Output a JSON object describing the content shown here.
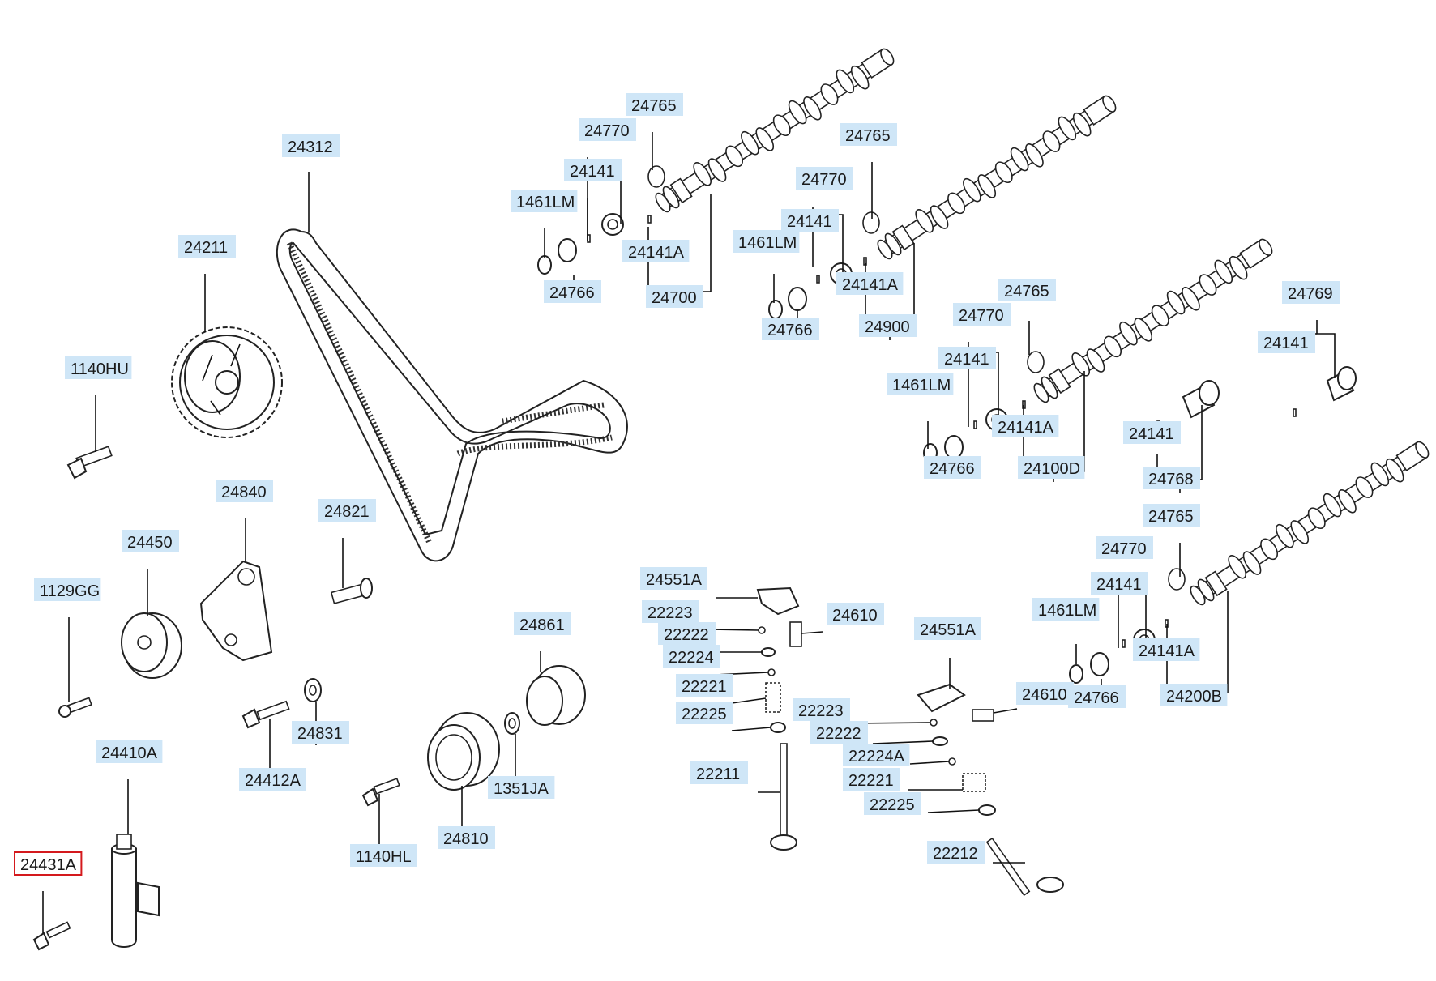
{
  "diagram": {
    "highlight_color": "#d4191d",
    "label_bg_color": "#cfe6f7",
    "labels": [
      {
        "id": "l24312",
        "text": "24312"
      },
      {
        "id": "l24211",
        "text": "24211"
      },
      {
        "id": "l1140HU",
        "text": "1140HU"
      },
      {
        "id": "l24840",
        "text": "24840"
      },
      {
        "id": "l24821",
        "text": "24821"
      },
      {
        "id": "l24450",
        "text": "24450"
      },
      {
        "id": "l1129GG",
        "text": "1129GG"
      },
      {
        "id": "l24831",
        "text": "24831"
      },
      {
        "id": "l24412A",
        "text": "24412A"
      },
      {
        "id": "l24861",
        "text": "24861"
      },
      {
        "id": "l1351JA",
        "text": "1351JA"
      },
      {
        "id": "l24810",
        "text": "24810"
      },
      {
        "id": "l1140HL",
        "text": "1140HL"
      },
      {
        "id": "l24410A",
        "text": "24410A"
      },
      {
        "id": "l24431A",
        "text": "24431A",
        "highlighted": true
      },
      {
        "id": "l24765a",
        "text": "24765"
      },
      {
        "id": "l24770a",
        "text": "24770"
      },
      {
        "id": "l24141a",
        "text": "24141"
      },
      {
        "id": "l1461LMa",
        "text": "1461LM"
      },
      {
        "id": "l24141Aa",
        "text": "24141A"
      },
      {
        "id": "l24766a",
        "text": "24766"
      },
      {
        "id": "l24700",
        "text": "24700"
      },
      {
        "id": "l24765b",
        "text": "24765"
      },
      {
        "id": "l24770b",
        "text": "24770"
      },
      {
        "id": "l24141b",
        "text": "24141"
      },
      {
        "id": "l1461LMb",
        "text": "1461LM"
      },
      {
        "id": "l24141Ab",
        "text": "24141A"
      },
      {
        "id": "l24766b",
        "text": "24766"
      },
      {
        "id": "l24900",
        "text": "24900"
      },
      {
        "id": "l24765c",
        "text": "24765"
      },
      {
        "id": "l24770c",
        "text": "24770"
      },
      {
        "id": "l24141c",
        "text": "24141"
      },
      {
        "id": "l1461LMc",
        "text": "1461LM"
      },
      {
        "id": "l24141Ac",
        "text": "24141A"
      },
      {
        "id": "l24766c",
        "text": "24766"
      },
      {
        "id": "l24100D",
        "text": "24100D"
      },
      {
        "id": "l24769",
        "text": "24769"
      },
      {
        "id": "l24141d",
        "text": "24141"
      },
      {
        "id": "l24141e",
        "text": "24141"
      },
      {
        "id": "l24768",
        "text": "24768"
      },
      {
        "id": "l24765d",
        "text": "24765"
      },
      {
        "id": "l24770d",
        "text": "24770"
      },
      {
        "id": "l24141f",
        "text": "24141"
      },
      {
        "id": "l1461LMd",
        "text": "1461LM"
      },
      {
        "id": "l24141Ad",
        "text": "24141A"
      },
      {
        "id": "l24766d",
        "text": "24766"
      },
      {
        "id": "l24200B",
        "text": "24200B"
      },
      {
        "id": "l24551Aa",
        "text": "24551A"
      },
      {
        "id": "l22223a",
        "text": "22223"
      },
      {
        "id": "l24610a",
        "text": "24610"
      },
      {
        "id": "l22222a",
        "text": "22222"
      },
      {
        "id": "l22224",
        "text": "22224"
      },
      {
        "id": "l22221a",
        "text": "22221"
      },
      {
        "id": "l22225a",
        "text": "22225"
      },
      {
        "id": "l22211",
        "text": "22211"
      },
      {
        "id": "l24551Ab",
        "text": "24551A"
      },
      {
        "id": "l24610b",
        "text": "24610"
      },
      {
        "id": "l22223b",
        "text": "22223"
      },
      {
        "id": "l22222b",
        "text": "22222"
      },
      {
        "id": "l22224A",
        "text": "22224A"
      },
      {
        "id": "l22221b",
        "text": "22221"
      },
      {
        "id": "l22225b",
        "text": "22225"
      },
      {
        "id": "l22212",
        "text": "22212"
      }
    ]
  }
}
